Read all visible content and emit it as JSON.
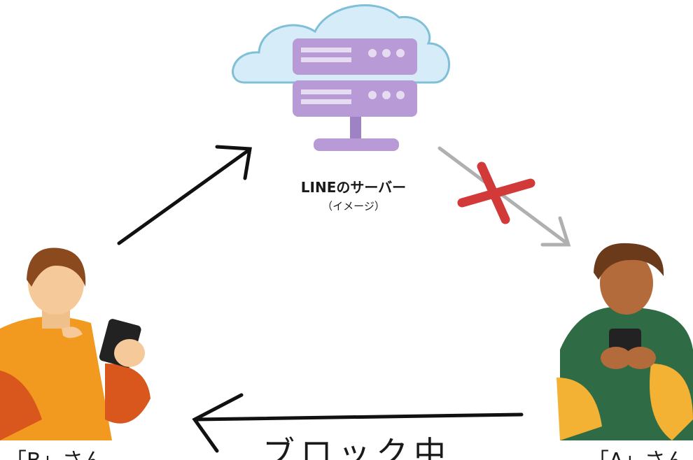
{
  "server": {
    "title": "LINEのサーバー",
    "subtitle": "（イメージ）"
  },
  "block_label": "ブロック中",
  "person_b": {
    "name": "「B」さん"
  },
  "person_a": {
    "name": "「A」さん"
  },
  "colors": {
    "cloud": "#d6ecf8",
    "server": "#b79ad6",
    "cross": "#d23a3a",
    "gray_arrow": "#b0b0b0",
    "b_shirt": "#f29a1f",
    "a_hoodie": "#2f6b45"
  }
}
